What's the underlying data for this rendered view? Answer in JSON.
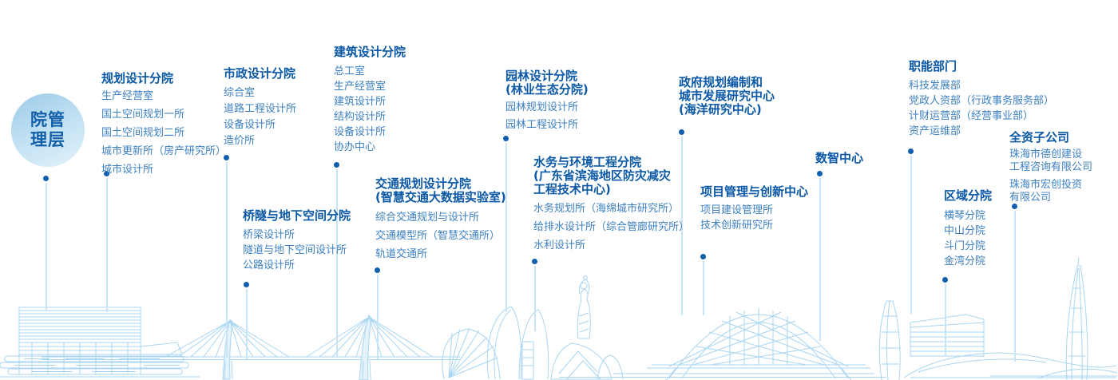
{
  "badge": {
    "label": "院管\n理层"
  },
  "colors": {
    "header_text": "#0a58a6",
    "item_text": "#3d80c2",
    "dot": "#0f5fae",
    "connector_line": "#c9e4f6",
    "badge_text": "#1460a8",
    "skyline_stroke": "#a9d5f1"
  },
  "icons": {
    "node_dot": "filled-circle",
    "skyline": "zhuhai-landmarks-lineart"
  },
  "groups": [
    {
      "title": "规划设计分院",
      "items": [
        "生产经营室",
        "国土空间规划一所",
        "国土空间规划二所",
        "城市更新所（房产研究所）",
        "城市设计所"
      ]
    },
    {
      "title": "市政设计分院",
      "items": [
        "综合室",
        "道路工程设计所",
        "设备设计所",
        "造价所"
      ]
    },
    {
      "title": "建筑设计分院",
      "items": [
        "总工室",
        "生产经营室",
        "建筑设计所",
        "结构设计所",
        "设备设计所",
        "协办中心"
      ]
    },
    {
      "title": "桥隧与地下空间分院",
      "items": [
        "桥梁设计所",
        "隧道与地下空间设计所",
        "公路设计所"
      ]
    },
    {
      "title": "交通规划设计分院\n(智慧交通大数据实验室)",
      "items": [
        "综合交通规划与设计所",
        "交通模型所（智慧交通所）",
        "轨道交通所"
      ]
    },
    {
      "title": "园林设计分院\n(林业生态分院)",
      "items": [
        "园林规划设计所",
        "园林工程设计所"
      ]
    },
    {
      "title": "水务与环境工程分院\n(广东省滨海地区防灾减灾\n工程技术中心)",
      "items": [
        "水务规划所（海绵城市研究所）",
        "给排水设计所（综合管廊研究所）",
        "水利设计所"
      ]
    },
    {
      "title": "政府规划编制和\n城市发展研究中心\n(海洋研究中心)",
      "items": []
    },
    {
      "title": "项目管理与创新中心",
      "items": [
        "项目建设管理所",
        "技术创新研究所"
      ]
    },
    {
      "title": "数智中心",
      "items": []
    },
    {
      "title": "职能部门",
      "items": [
        "科技发展部",
        "党政人资部（行政事务服务部）",
        "计财运营部（经营事业部）",
        "资产运维部"
      ]
    },
    {
      "title": "全资子公司",
      "items": [
        "珠海市德创建设\n工程咨询有限公司",
        "珠海市宏创投资\n有限公司"
      ]
    },
    {
      "title": "区域分院",
      "items": [
        "横琴分院",
        "中山分院",
        "斗门分院",
        "金湾分院"
      ]
    }
  ]
}
